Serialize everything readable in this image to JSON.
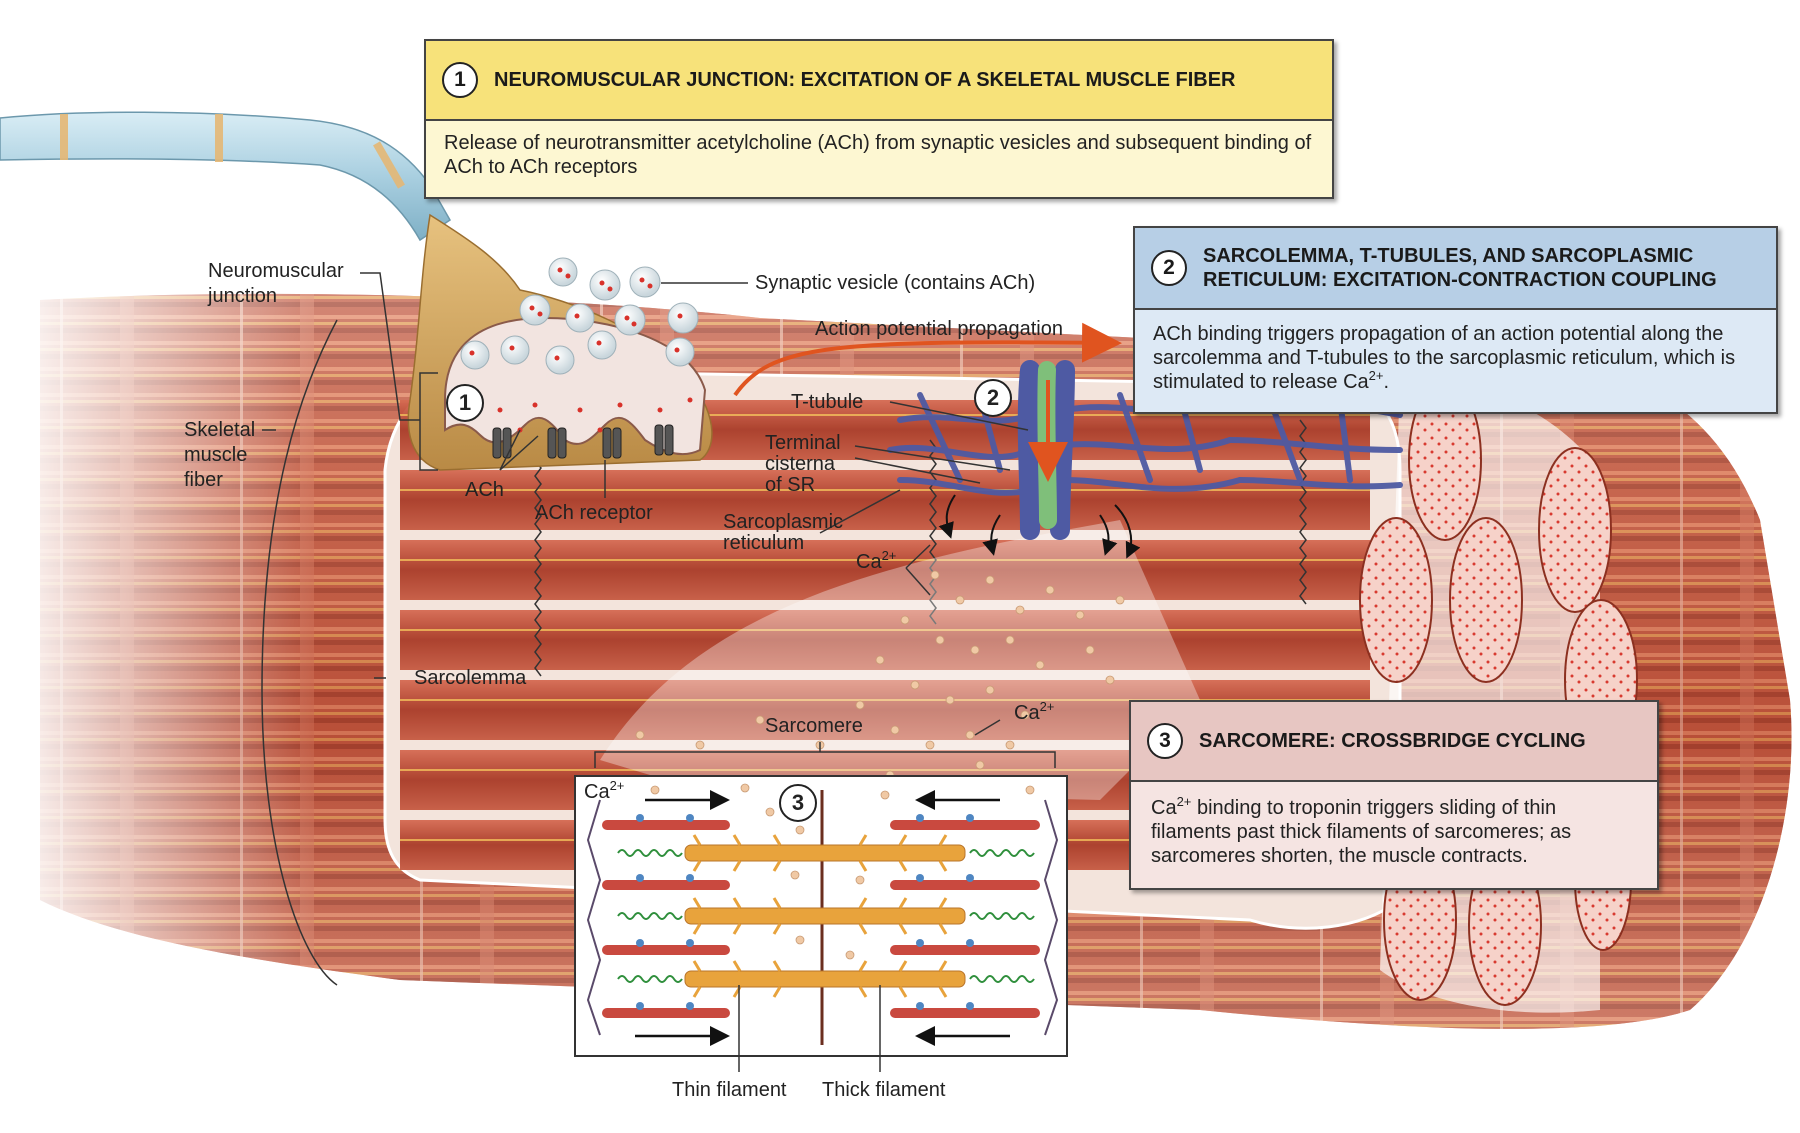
{
  "boxes": {
    "step1": {
      "number": "1",
      "title": "NEUROMUSCULAR JUNCTION: EXCITATION OF A SKELETAL MUSCLE FIBER",
      "body": "Release of neurotransmitter acetylcholine (ACh) from synaptic vesicles and subsequent binding of ACh to ACh receptors",
      "header_color": "#f7e27a",
      "body_color": "#fdf7d2"
    },
    "step2": {
      "number": "2",
      "title_line1": "SARCOLEMMA, T-TUBULES, AND SARCOPLASMIC",
      "title_line2": "RETICULUM: EXCITATION-CONTRACTION COUPLING",
      "body_pre": "ACh binding triggers propagation of an action potential along the sarcolemma and T-tubules to the sarcoplasmic reticulum, which is stimulated to release Ca",
      "body_sup": "2+",
      "body_post": ".",
      "header_color": "#b7cfe6",
      "body_color": "#dde9f5"
    },
    "step3": {
      "number": "3",
      "title": "SARCOMERE: CROSSBRIDGE CYCLING",
      "body_pre": "Ca",
      "body_sup": "2+",
      "body_post": " binding to troponin triggers sliding of thin filaments past thick filaments of sarcomeres; as sarcomeres shorten, the muscle contracts.",
      "header_color": "#e7c6c2",
      "body_color": "#f5e4e2"
    }
  },
  "labels": {
    "neuromuscular_junction": "Neuromuscular junction",
    "skeletal_muscle_fiber": "Skeletal muscle fiber",
    "sarcolemma": "Sarcolemma",
    "synaptic_vesicle": "Synaptic vesicle (contains ACh)",
    "action_potential": "Action potential propagation",
    "t_tubule": "T-tubule",
    "terminal_cisterna": "Terminal cisterna of SR",
    "sarcoplasmic_reticulum": "Sarcoplasmic reticulum",
    "ach": "ACh",
    "ach_receptor": "ACh receptor",
    "sarcomere": "Sarcomere",
    "thin_filament": "Thin filament",
    "thick_filament": "Thick filament",
    "ca": "Ca",
    "ca_sup": "2+",
    "marker1": "1",
    "marker2": "2",
    "marker3": "3"
  },
  "colors": {
    "muscle": "#c0563e",
    "muscle_dark": "#8c3020",
    "muscle_light": "#e9a58f",
    "axon_sheath": "#a9cfe0",
    "terminal": "#d2a35c",
    "t_tubule": "#4e5aa3",
    "arrow_orange": "#e0541f",
    "calcium": "#f0c9a5",
    "thick_filament": "#e8a33c",
    "thin_filament": "#c9493f",
    "titin": "#2f8f3c"
  }
}
